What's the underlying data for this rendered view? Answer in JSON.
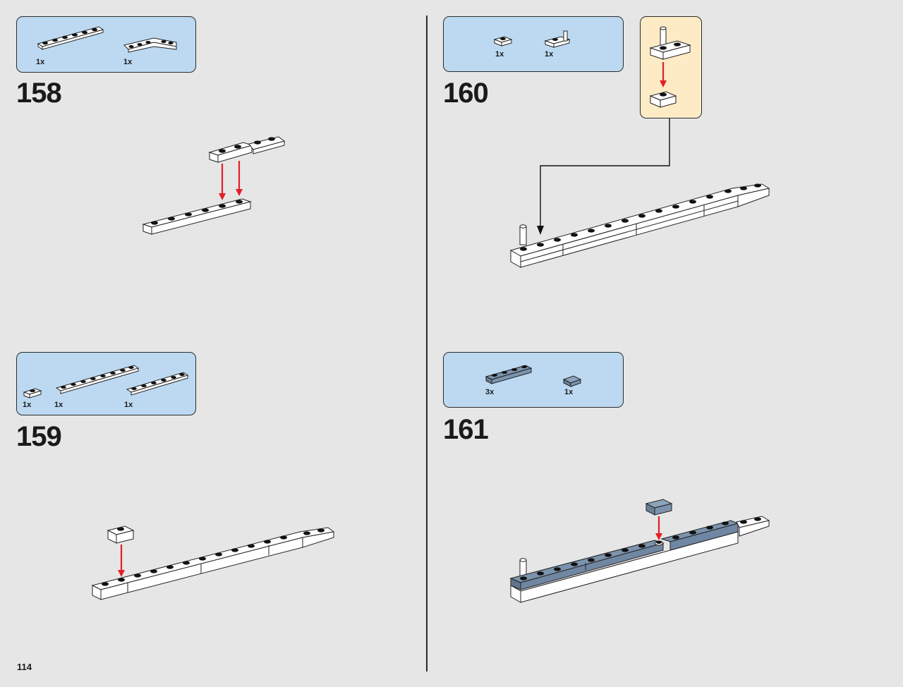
{
  "page": {
    "number": "114"
  },
  "steps": [
    {
      "number": "158",
      "parts": [
        {
          "qty": "1x",
          "part": "white-plate-1x6"
        },
        {
          "qty": "1x",
          "part": "white-wedge-plate"
        }
      ]
    },
    {
      "number": "159",
      "parts": [
        {
          "qty": "1x",
          "part": "white-plate-1x1"
        },
        {
          "qty": "1x",
          "part": "white-plate-1x8"
        },
        {
          "qty": "1x",
          "part": "white-plate-1x6"
        }
      ]
    },
    {
      "number": "160",
      "parts": [
        {
          "qty": "1x",
          "part": "white-plate-1x1"
        },
        {
          "qty": "1x",
          "part": "white-plate-with-bar"
        }
      ]
    },
    {
      "number": "161",
      "parts": [
        {
          "qty": "3x",
          "part": "sand-blue-plate-1x4"
        },
        {
          "qty": "1x",
          "part": "sand-blue-tile-1x1"
        }
      ]
    }
  ],
  "colors": {
    "parts_box": "#bcd9f1",
    "subassembly_box": "#fcebc5",
    "arrow": "#e41e26",
    "brick_white": "#ffffff",
    "brick_sand_blue": "#7c93ad",
    "background": "#e6e6e6"
  }
}
